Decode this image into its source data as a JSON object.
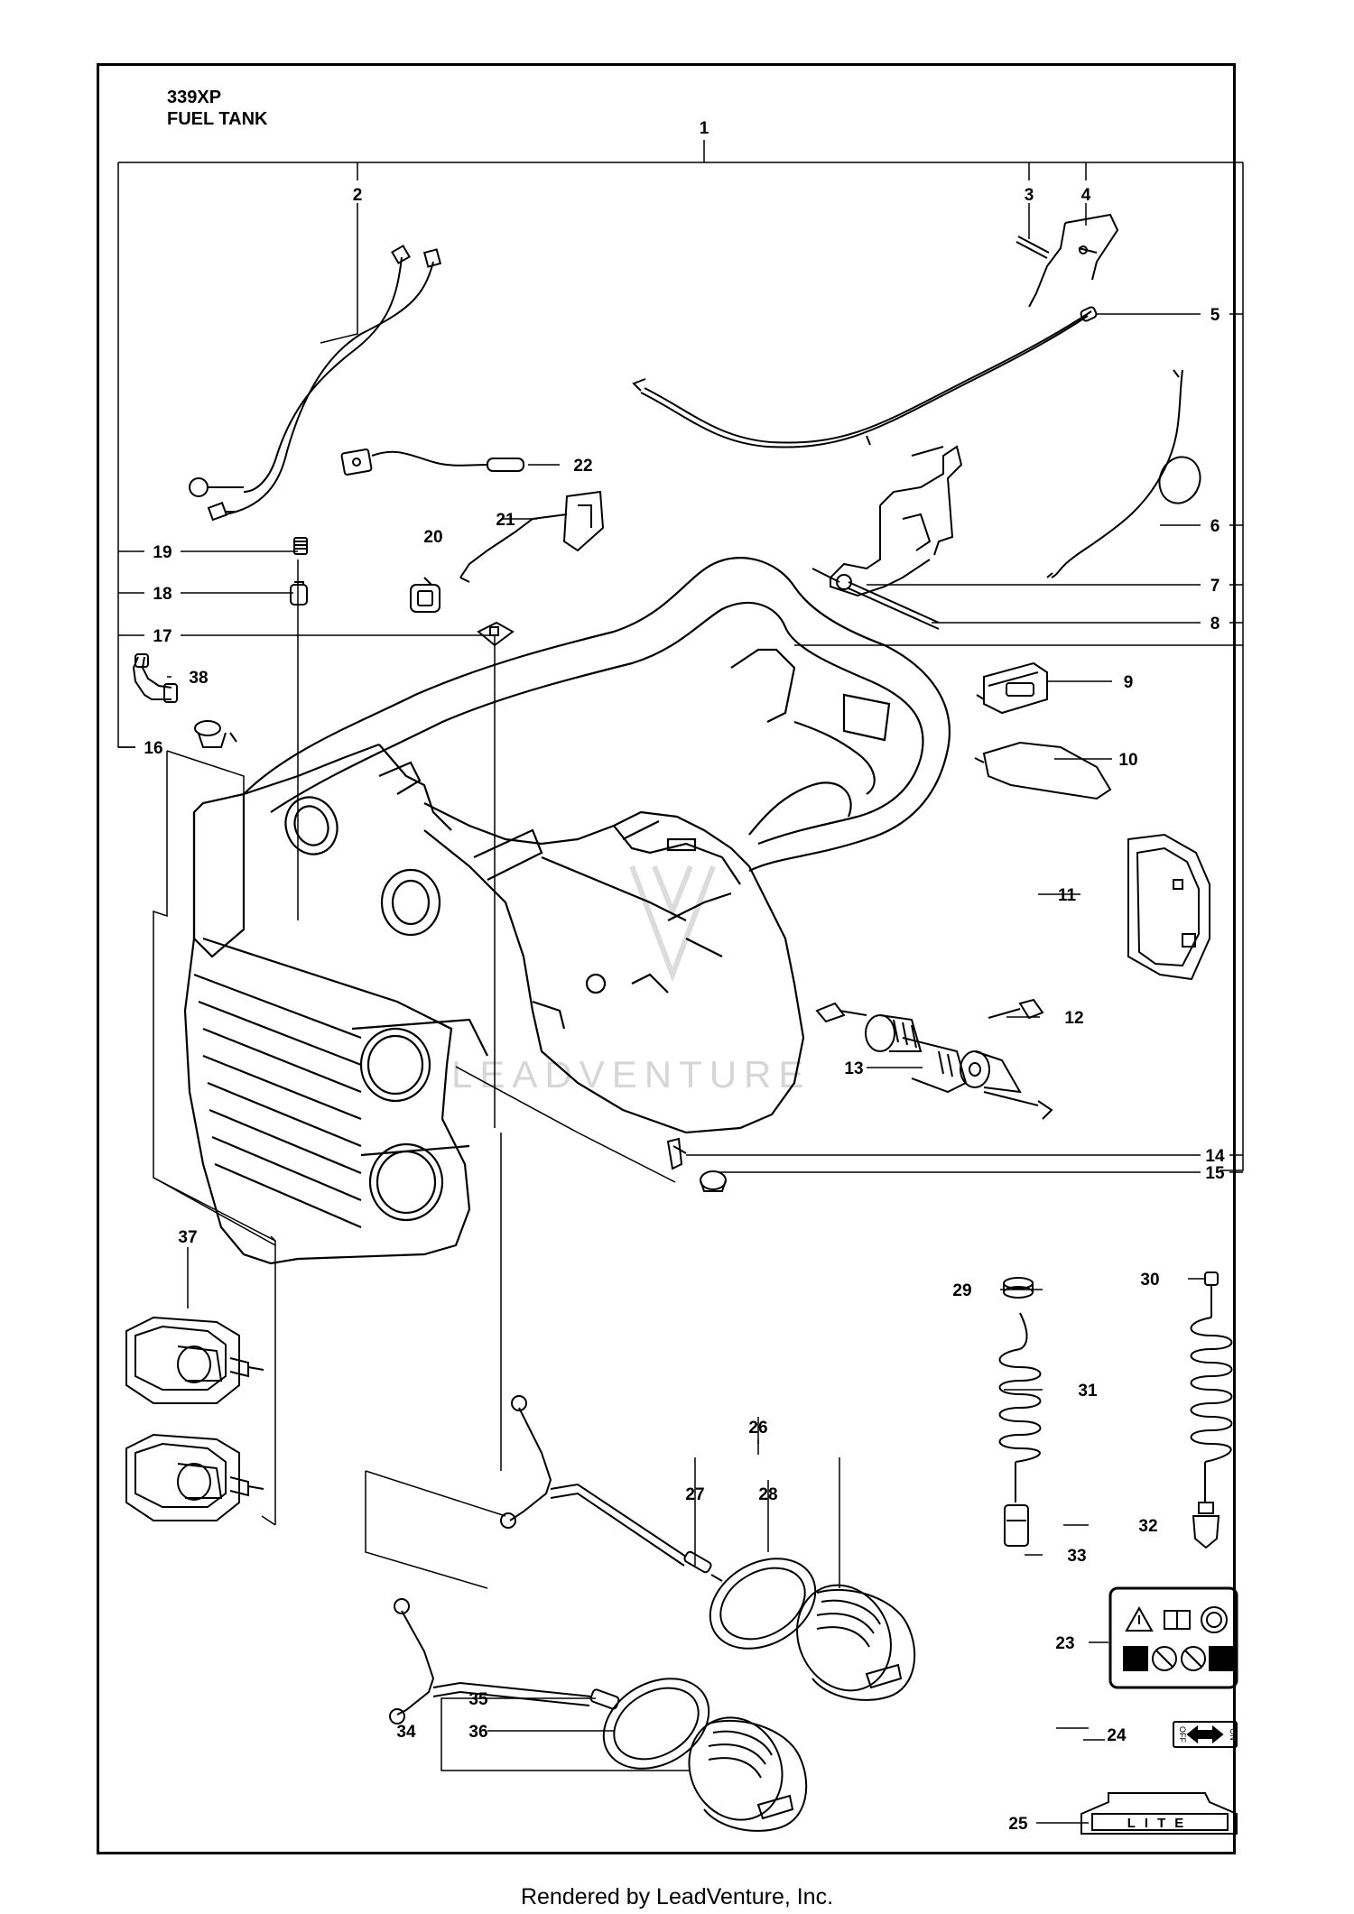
{
  "header": {
    "model": "339XP",
    "title": "FUEL TANK"
  },
  "watermark": "LEADVENTURE",
  "callouts": [
    "1",
    "2",
    "3",
    "4",
    "5",
    "6",
    "7",
    "8",
    "9",
    "10",
    "11",
    "12",
    "13",
    "14",
    "15",
    "16",
    "17",
    "18",
    "19",
    "20",
    "21",
    "22",
    "23",
    "24",
    "25",
    "26",
    "27",
    "28",
    "29",
    "30",
    "31",
    "32",
    "33",
    "34",
    "35",
    "36",
    "37",
    "38"
  ],
  "decals": {
    "switch_off": "OFF",
    "switch_on": "ON",
    "lite": "LITE"
  },
  "footer": "Rendered by LeadVenture, Inc."
}
